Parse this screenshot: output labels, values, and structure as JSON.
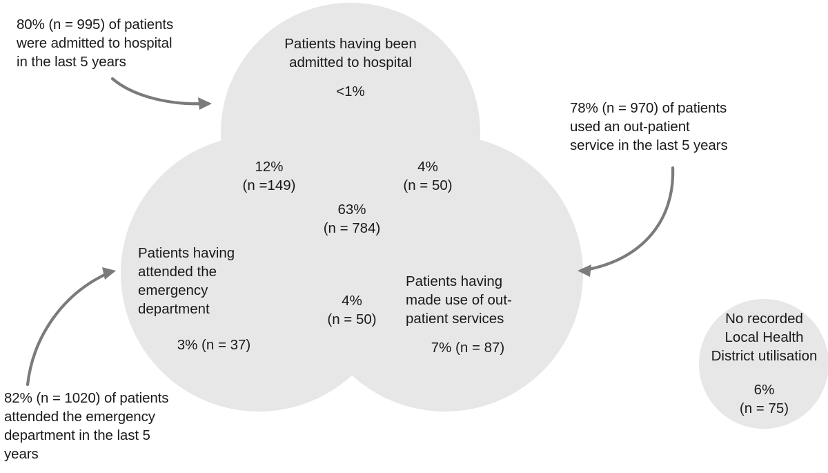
{
  "chart_data": {
    "type": "venn",
    "title": "",
    "total_note": "",
    "sets": [
      {
        "id": "hospital",
        "label": "Patients having been\nadmitted to hospital",
        "value": "<1%",
        "percent": 0.5,
        "n": null,
        "summary": "80% (n = 995) of patients\nwere admitted to hospital\nin the last 5 years",
        "summary_percent": 80,
        "summary_n": 995
      },
      {
        "id": "emergency",
        "label": "Patients having\nattended the\nemergency\ndepartment",
        "value": "3% (n = 37)",
        "percent": 3,
        "n": 37,
        "summary": "82% (n = 1020) of patients\nattended the emergency\ndepartment in the last 5\nyears",
        "summary_percent": 82,
        "summary_n": 1020
      },
      {
        "id": "outpatient",
        "label": "Patients having\nmade use of out-\npatient services",
        "value": "7% (n = 87)",
        "percent": 7,
        "n": 87,
        "summary": "78% (n = 970) of patients\nused an out-patient\nservice in the last 5 years",
        "summary_percent": 78,
        "summary_n": 970
      }
    ],
    "intersections": [
      {
        "id": "emergency-hospital",
        "sets": [
          "emergency",
          "hospital"
        ],
        "value": "12%\n(n =149)",
        "percent": 12,
        "n": 149
      },
      {
        "id": "hospital-outpatient",
        "sets": [
          "hospital",
          "outpatient"
        ],
        "value": "4%\n(n = 50)",
        "percent": 4,
        "n": 50
      },
      {
        "id": "all-three",
        "sets": [
          "emergency",
          "hospital",
          "outpatient"
        ],
        "value": "63%\n(n = 784)",
        "percent": 63,
        "n": 784
      },
      {
        "id": "emergency-outpatient",
        "sets": [
          "emergency",
          "outpatient"
        ],
        "value": "4%\n(n = 50)",
        "percent": 4,
        "n": 50
      }
    ],
    "outside": {
      "id": "no-utilisation",
      "label": "No recorded\nLocal Health\nDistrict utilisation",
      "value": "6%\n(n = 75)",
      "percent": 6,
      "n": 75
    },
    "colors": {
      "circle_fill": "#e7e7e7",
      "arrow": "#7b7b7b",
      "text": "#1a1a1a",
      "background": "#ffffff"
    }
  }
}
